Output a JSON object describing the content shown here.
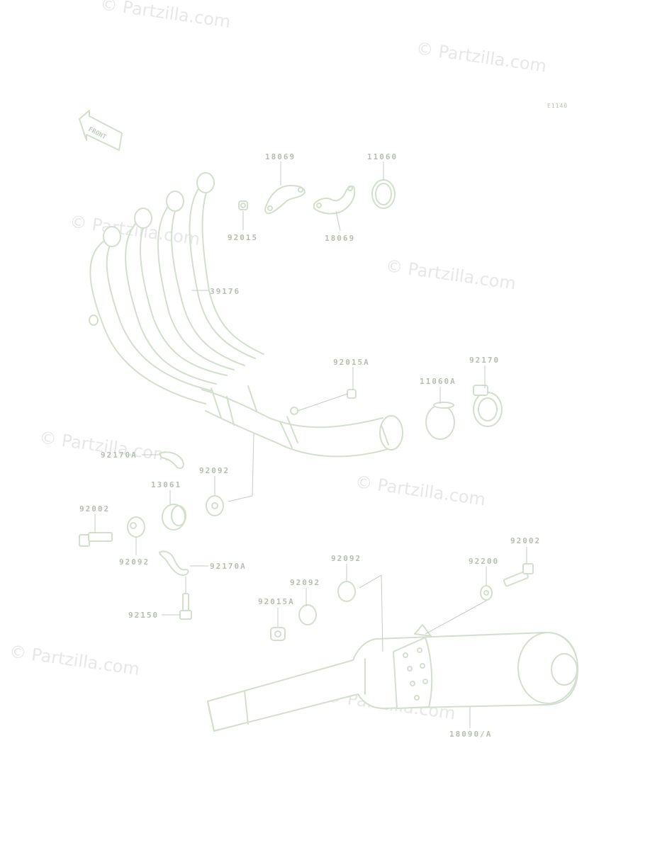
{
  "watermark": "© Partzilla.com",
  "diagram_ref": "E1140",
  "front_label": "FRONT",
  "labels": {
    "p18069a": "18069",
    "p11060": "11060",
    "p92015": "92015",
    "p18069b": "18069",
    "p39176": "39176",
    "p92015a": "92015A",
    "p92170": "92170",
    "p11060a": "11060A",
    "p92170a1": "92170A",
    "p92092a": "92092",
    "p13061": "13061",
    "p92002a": "92002",
    "p92092b": "92092",
    "p92170a2": "92170A",
    "p92150": "92150",
    "p92092c": "92092",
    "p92002b": "92002",
    "p92200": "92200",
    "p92092d": "92092",
    "p92015a2": "92015A",
    "p18090": "18090/A"
  }
}
